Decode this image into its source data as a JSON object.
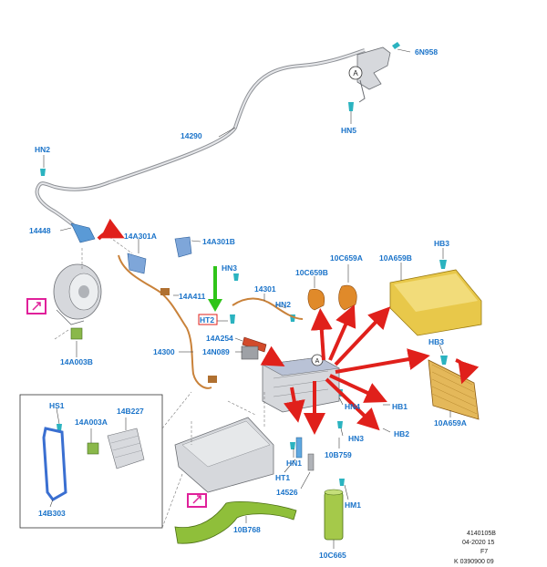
{
  "labels": {
    "n6N958": "6N958",
    "hn5": "HN5",
    "n14290": "14290",
    "hn2_top": "HN2",
    "n14448": "14448",
    "n14A301A": "14A301A",
    "n14A301B": "14A301B",
    "hn3_top": "HN3",
    "n14301": "14301",
    "n10C659B": "10C659B",
    "n10C659A": "10C659A",
    "n10A659B": "10A659B",
    "hb3_top": "HB3",
    "n14A411": "14A411",
    "hn2_mid": "HN2",
    "ht2": "HT2",
    "n14A254": "14A254",
    "n14N089": "14N089",
    "n14300": "14300",
    "n14A003B": "14A003B",
    "hb3_mid": "HB3",
    "n10A659A": "10A659A",
    "hn4": "HN4",
    "hb1": "HB1",
    "hn3_bot": "HN3",
    "hb2": "HB2",
    "n10B759": "10B759",
    "hn1": "HN1",
    "ht1": "HT1",
    "n14526": "14526",
    "hm1": "HM1",
    "n10C665": "10C665",
    "n10B768": "10B768",
    "hs1": "HS1",
    "n14A003A": "14A003A",
    "n14B227": "14B227",
    "n14B303": "14B303"
  },
  "callout_letter": "A",
  "footer": {
    "line1": "4140105B",
    "line2": "04-2020 15",
    "line3": "F7",
    "line4": "K 0390900 09"
  },
  "colors": {
    "label_blue": "#1a73c9",
    "arrow_red": "#e0201b",
    "arrow_green": "#2fc419",
    "highlight_magenta": "#e0209a",
    "cover_yellow": "#e8c84a",
    "frame_blue": "#3a6fd1"
  }
}
